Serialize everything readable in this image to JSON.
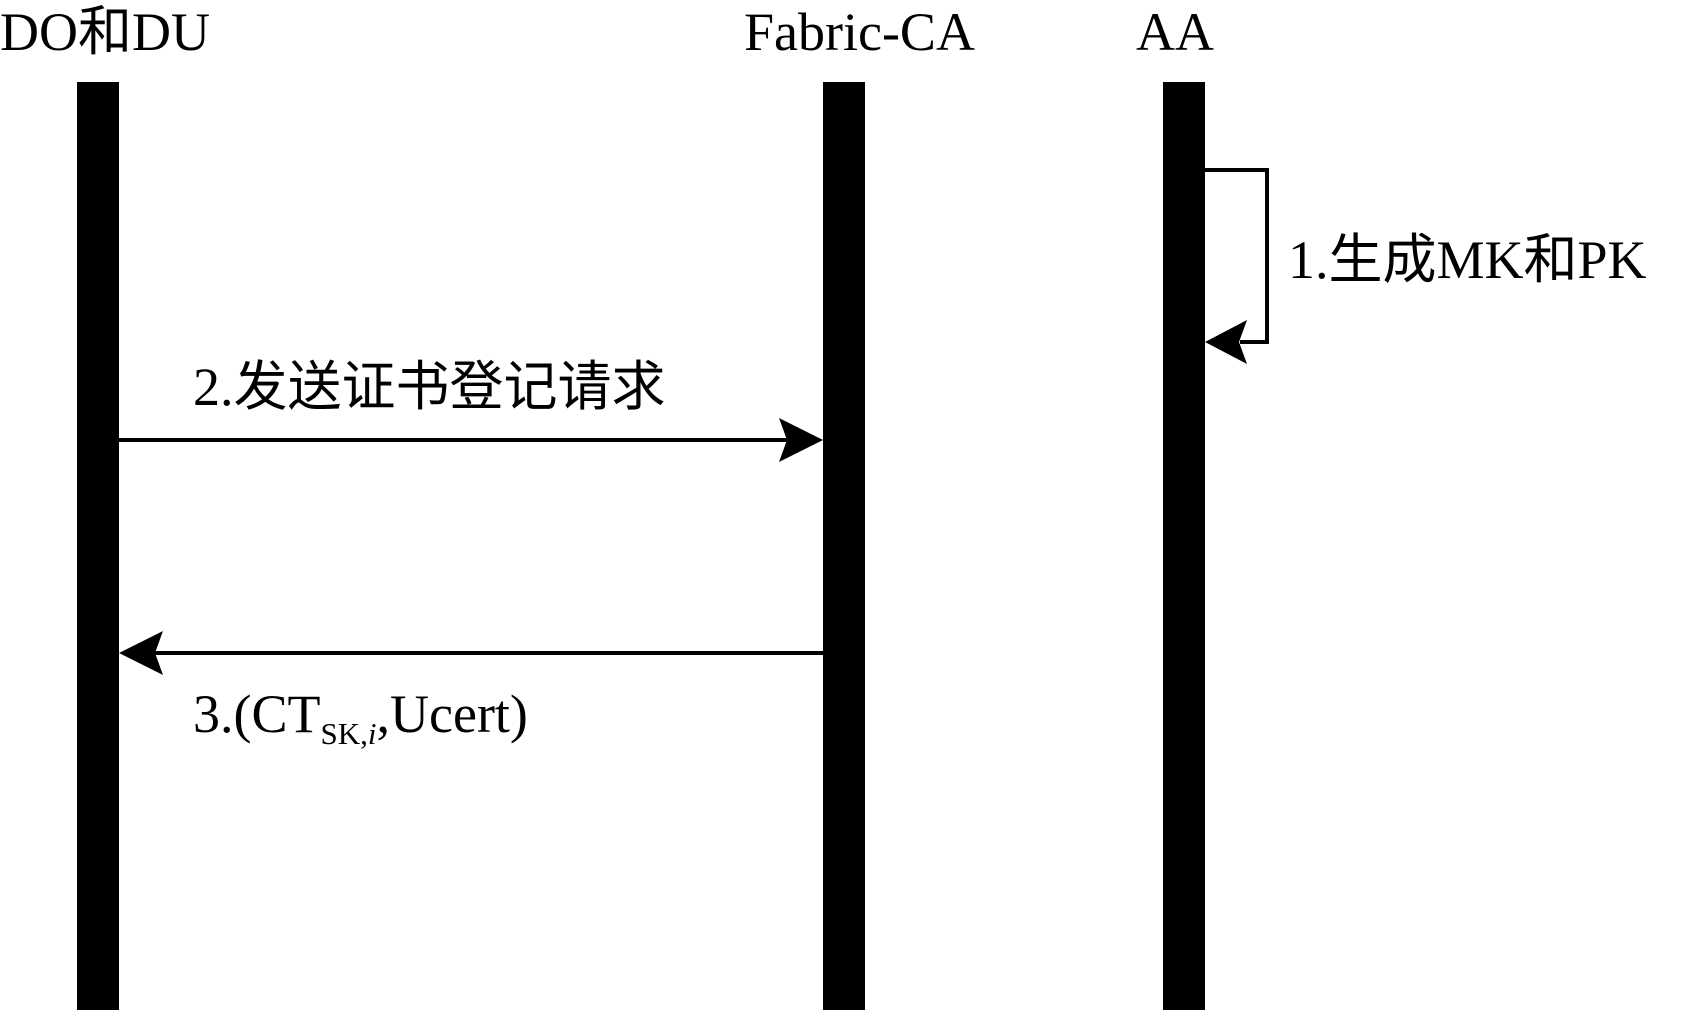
{
  "actors": {
    "left": "DO和DU",
    "middle": "Fabric-CA",
    "right": "AA"
  },
  "messages": {
    "m1": "1.生成MK和PK",
    "m2": "2.发送证书登记请求",
    "m3": {
      "prefix": "3.(CT",
      "sub_plain": "SK,",
      "sub_italic": "i",
      "suffix": ",Ucert)"
    }
  }
}
